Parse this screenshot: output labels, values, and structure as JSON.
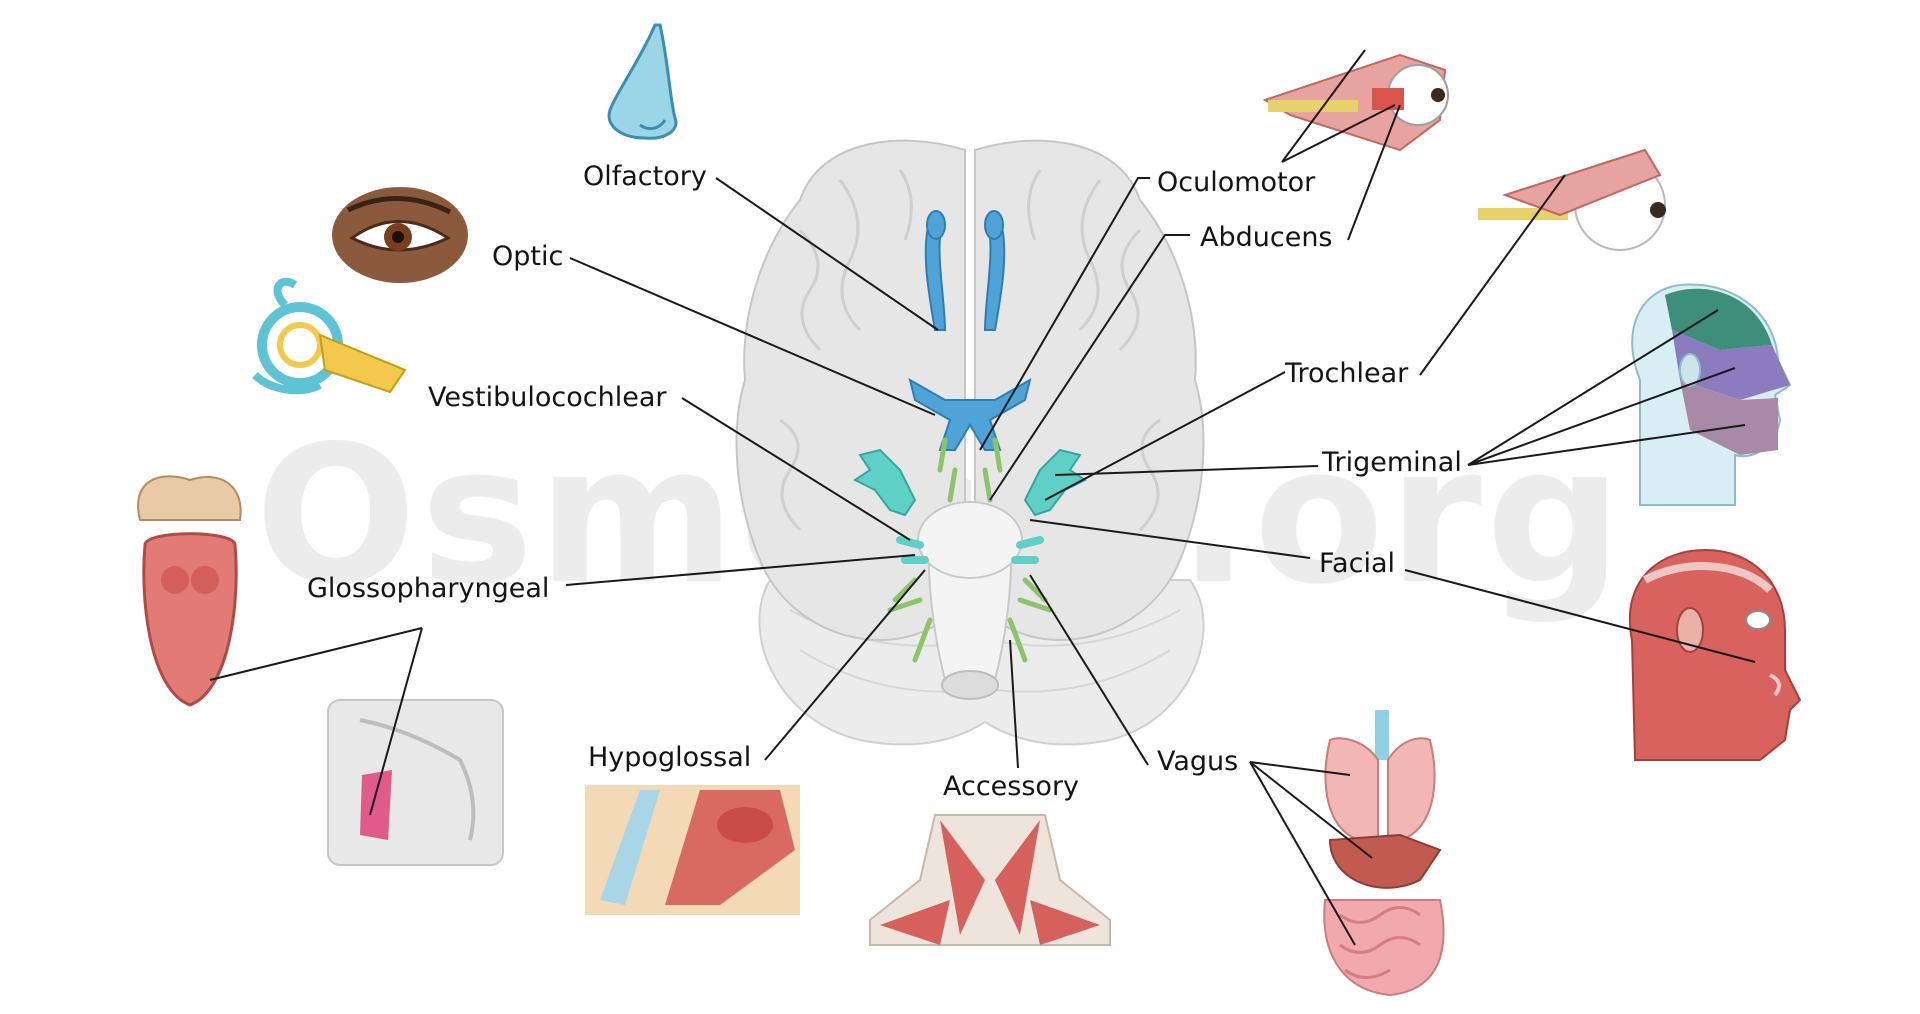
{
  "watermark": "Osmosis.org",
  "labels": {
    "olfactory": "Olfactory",
    "optic": "Optic",
    "oculomotor": "Oculomotor",
    "abducens": "Abducens",
    "trochlear": "Trochlear",
    "trigeminal": "Trigeminal",
    "facial": "Facial",
    "vestibulocochlear": "Vestibulocochlear",
    "glossopharyngeal": "Glossopharyngeal",
    "hypoglossal": "Hypoglossal",
    "accessory": "Accessory",
    "vagus": "Vagus"
  },
  "colors": {
    "brain": "#e6e6e6",
    "brain_outline": "#c8c8c8",
    "olfactory_optic": "#4fa3d6",
    "nerve_teal": "#5fd0c6",
    "nerve_green": "#8cc46a",
    "leader_line": "#1a1a1a",
    "muscle": "#d9635f",
    "skin": "#a5d8e8"
  },
  "icons": [
    "nose-icon",
    "eye-icon",
    "inner-ear-icon",
    "tongue-icon",
    "throat-section-icon",
    "neck-section-icon",
    "neck-muscles-icon",
    "organs-icon",
    "eye-muscles-icon",
    "eyeball-icon",
    "head-dermatome-icon",
    "face-muscles-icon"
  ]
}
